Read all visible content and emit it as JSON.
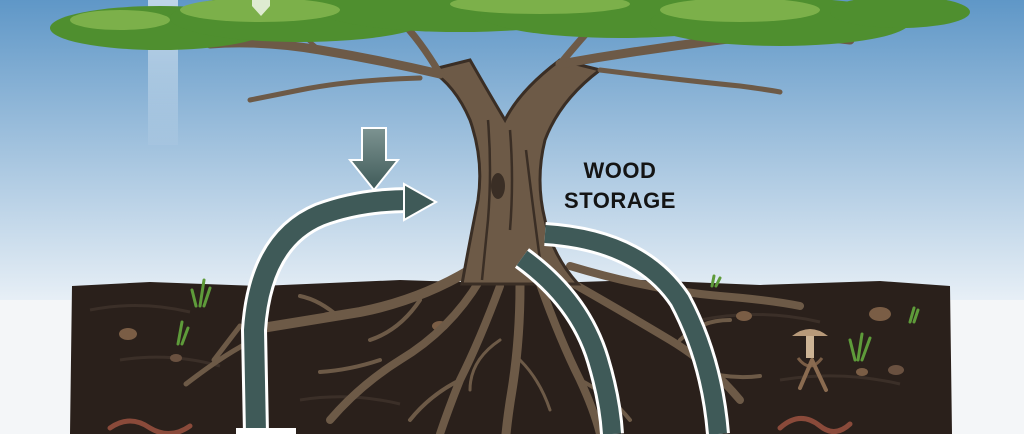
{
  "diagram": {
    "labels": {
      "storage_line1": "WOOD",
      "storage_line2": "STORAGE"
    },
    "colors": {
      "sky_top": "#5f97c7",
      "sky_bottom": "#e7eff6",
      "soil": "#2a201b",
      "bark": "#6d5a47",
      "bark_dark": "#3a2e25",
      "leaves": "#4f8f2f",
      "leaves_light": "#7cb04a",
      "arrow": "#3f5a58",
      "arrow_light": "#6e8784"
    },
    "flows": [
      {
        "name": "upward-flow-arrow",
        "direction": "up-into-trunk"
      },
      {
        "name": "downward-flow-arrow-left",
        "direction": "trunk-to-soil"
      },
      {
        "name": "downward-flow-arrow-right",
        "direction": "trunk-to-soil"
      }
    ]
  }
}
